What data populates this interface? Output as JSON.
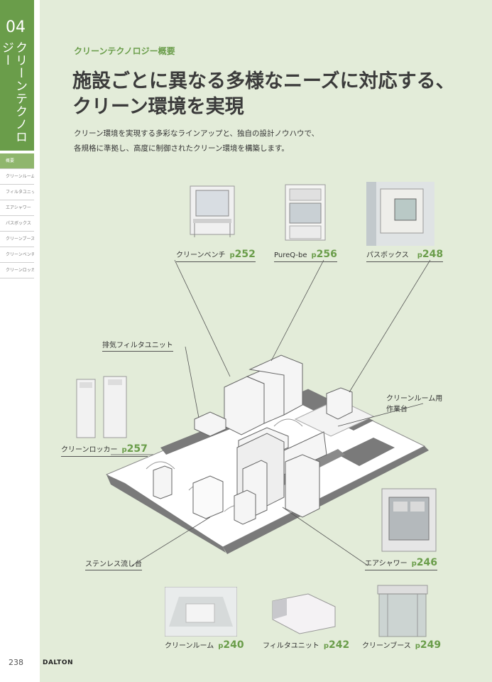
{
  "sidebar": {
    "chapter_number": "04",
    "chapter_title": "クリーンテクノロジー",
    "nav": [
      {
        "label": "概要",
        "active": true
      },
      {
        "label": "クリーンルーム",
        "active": false
      },
      {
        "label": "フィルタユニット",
        "active": false
      },
      {
        "label": "エアシャワー",
        "active": false
      },
      {
        "label": "パスボックス",
        "active": false
      },
      {
        "label": "クリーンブース",
        "active": false
      },
      {
        "label": "クリーンベンチ",
        "active": false
      },
      {
        "label": "クリーンロッカー",
        "active": false
      }
    ],
    "page_number": "238"
  },
  "header": {
    "eyebrow": "クリーンテクノロジー概要",
    "title_line1": "施設ごとに異なる多様なニーズに対応する、",
    "title_line2": "クリーン環境を実現",
    "lead_line1": "クリーン環境を実現する多彩なラインアップと、独自の設計ノウハウで、",
    "lead_line2": "各規格に準拠し、高度に制御されたクリーン環境を構築します。"
  },
  "products": {
    "clean_bench": {
      "name": "クリーンベンチ",
      "page_prefix": "p",
      "page": "252"
    },
    "pureq": {
      "name": "PureQ-be",
      "page_prefix": "p",
      "page": "256"
    },
    "pass_box": {
      "name": "パスボックス",
      "page_prefix": "p",
      "page": "248"
    },
    "exhaust_filter": {
      "name": "排気フィルタユニット"
    },
    "clean_room_table": {
      "name_line1": "クリーンルーム用",
      "name_line2": "作業台"
    },
    "clean_locker": {
      "name": "クリーンロッカー",
      "page_prefix": "p",
      "page": "257"
    },
    "stainless_sink": {
      "name": "ステンレス流し台"
    },
    "air_shower": {
      "name": "エアシャワー",
      "page_prefix": "p",
      "page": "246"
    },
    "clean_room": {
      "name": "クリーンルーム",
      "page_prefix": "p",
      "page": "240"
    },
    "filter_unit": {
      "name": "フィルタユニット",
      "page_prefix": "p",
      "page": "242"
    },
    "clean_booth": {
      "name": "クリーンブース",
      "page_prefix": "p",
      "page": "249"
    }
  },
  "footer": {
    "brand": "DALTON"
  },
  "colors": {
    "accent": "#6a9d4a",
    "background": "#e3ecd9",
    "floor": "#7a7a7a"
  }
}
